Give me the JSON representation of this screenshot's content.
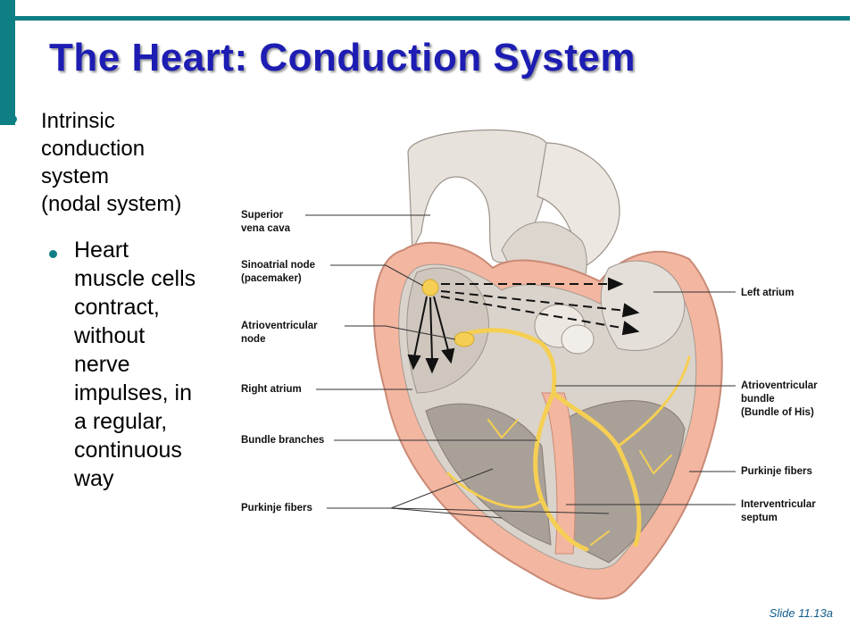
{
  "slide": {
    "title": "The Heart: Conduction System",
    "bullet_1": "Intrinsic\nconduction\nsystem\n(nodal system)",
    "bullet_2": "Heart\nmuscle cells\ncontract,\nwithout\nnerve\nimpulses, in\na regular,\ncontinuous\nway",
    "slide_number": "Slide 11.13a"
  },
  "diagram": {
    "labels_left": {
      "superior_vena_cava": [
        "Superior",
        "vena cava"
      ],
      "sinoatrial_node": [
        "Sinoatrial node",
        "(pacemaker)"
      ],
      "atrioventricular_node": [
        "Atrioventricular",
        "node"
      ],
      "right_atrium": [
        "Right atrium"
      ],
      "bundle_branches": [
        "Bundle branches"
      ],
      "purkinje_fibers_left": [
        "Purkinje fibers"
      ]
    },
    "labels_right": {
      "left_atrium": [
        "Left atrium"
      ],
      "av_bundle": [
        "Atrioventricular",
        "bundle",
        "(Bundle of His)"
      ],
      "purkinje_fibers_right": [
        "Purkinje fibers"
      ],
      "interventricular_septum": [
        "Interventricular",
        "septum"
      ]
    }
  },
  "colors": {
    "accent": "#0e7f84",
    "title": "#1d1db3",
    "myocardium": "#f3b6a0",
    "conduction": "#f5cf53"
  }
}
